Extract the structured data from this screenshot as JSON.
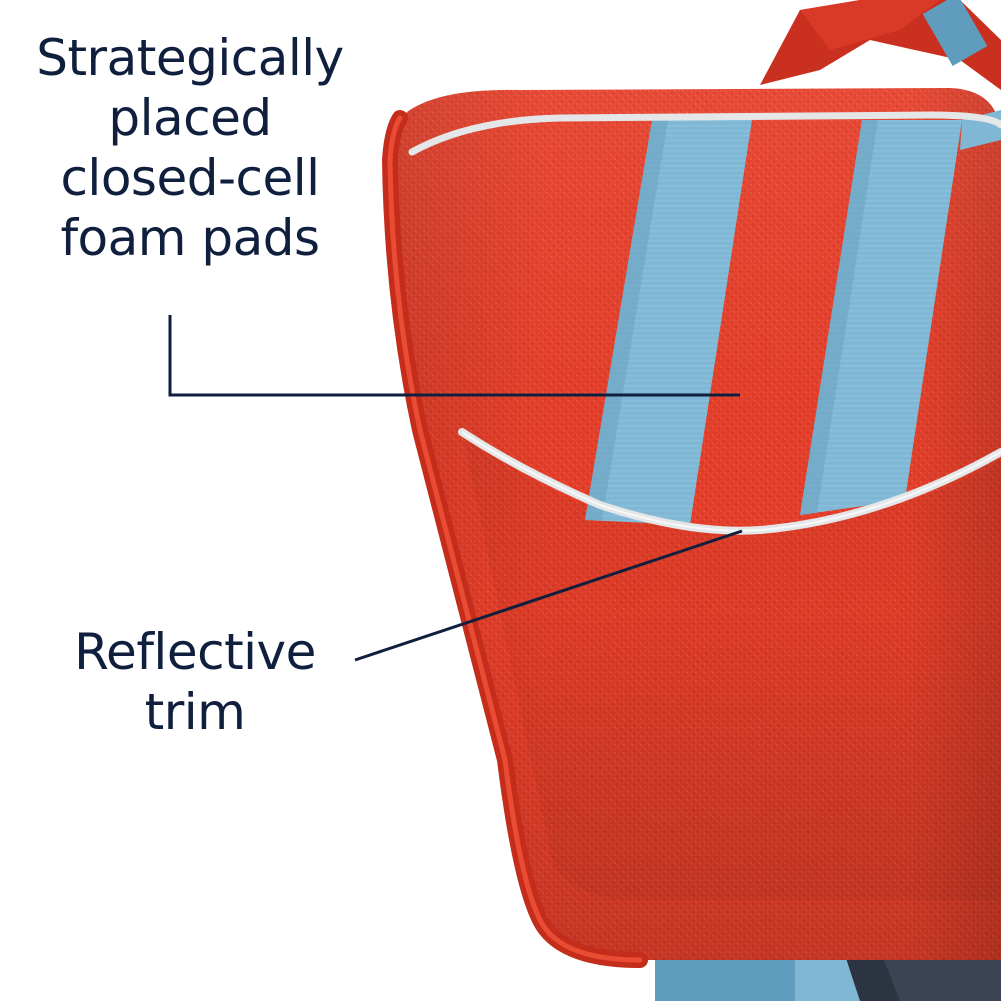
{
  "colors": {
    "background": "#ffffff",
    "label_text": "#0f1f3d",
    "leader_line": "#0f1f3d",
    "vest_red": "#e8412c",
    "vest_red_dark": "#c9301f",
    "vest_red_light": "#f05a40",
    "strap_blue": "#7fb7d4",
    "strap_blue_dark": "#5f9cbd",
    "trim_silver": "#e4e6e8",
    "buckle_dark": "#2b3440"
  },
  "callouts": {
    "foam": {
      "lines": [
        "Strategically",
        "placed",
        "closed-cell",
        "foam pads"
      ]
    },
    "trim": {
      "lines": [
        "Reflective",
        "trim"
      ]
    }
  },
  "icons": {
    "product": "life-vest-back-panel-image"
  }
}
